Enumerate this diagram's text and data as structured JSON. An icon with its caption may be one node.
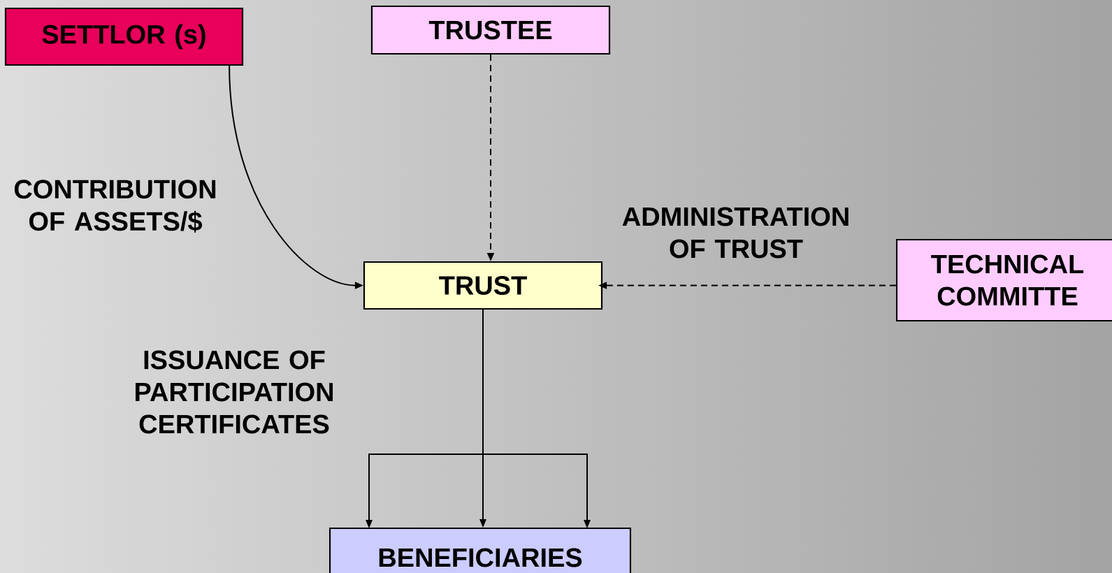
{
  "diagram": {
    "nodes": [
      {
        "text": [
          "SETTLOR (s)"
        ]
      },
      {
        "text": [
          "TRUSTEE"
        ]
      },
      {
        "text": [
          "TRUST"
        ]
      },
      {
        "text": [
          "TECHNICAL COMMITTE"
        ]
      },
      {
        "text": [
          "BENEFICIARIES"
        ]
      }
    ],
    "edges": [
      {
        "from": 0,
        "to": 2,
        "arrow": "to",
        "label": "CONTRIBUTION OF ASSETS/$"
      },
      {
        "from": 1,
        "to": 2,
        "arrow": "to",
        "style": "dashed"
      },
      {
        "from": 3,
        "to": 2,
        "arrow": "to",
        "style": "dashed",
        "label": "ADMINISTRATION OF TRUST"
      },
      {
        "from": 2,
        "to": 4,
        "arrow": "to",
        "label": "ISSUANCE OF PARTICIPATION CERTIFICATES"
      }
    ]
  }
}
